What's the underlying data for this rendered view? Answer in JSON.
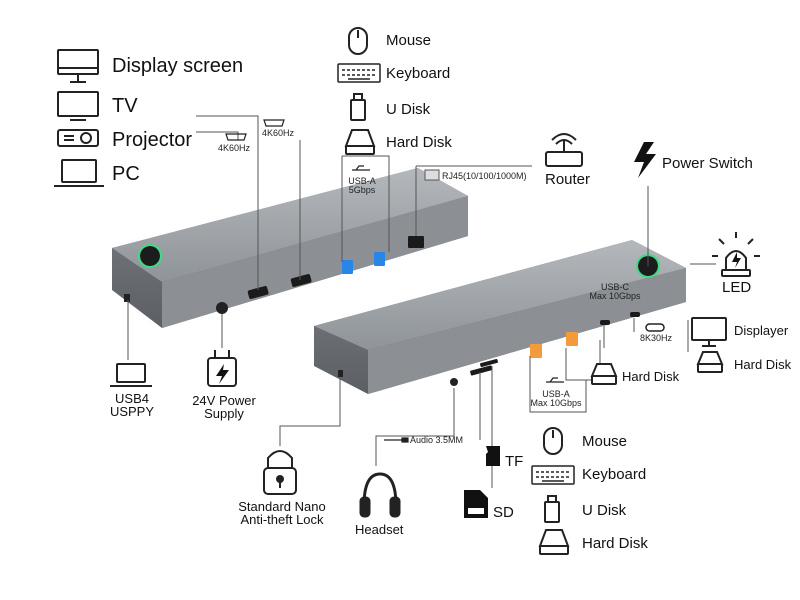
{
  "top_left_devices": {
    "display_screen": "Display screen",
    "tv": "TV",
    "projector": "Projector",
    "pc": "PC"
  },
  "top_usb_devices": {
    "mouse": "Mouse",
    "keyboard": "Keyboard",
    "u_disk": "U Disk",
    "hard_disk": "Hard Disk"
  },
  "router": "Router",
  "power_switch": "Power Switch",
  "led": "LED",
  "port_specs": {
    "hdmi_1": "4K60Hz",
    "hdmi_2": "4K60Hz",
    "usb_a_back_line1": "USB-A",
    "usb_a_back_line2": "5Gbps",
    "rj45": "RJ45(10/100/1000M)",
    "usb_c_line1": "USB-C",
    "usb_c_line2": "Max 10Gbps",
    "usb_c_video": "8K30Hz",
    "usb_a_front_line1": "USB-A",
    "usb_a_front_line2": "Max 10Gbps",
    "audio": "Audio 3.5MM"
  },
  "right_devices": {
    "displayer": "Displayer",
    "hard_disk_right": "Hard Disk",
    "hard_disk_mid": "Hard Disk"
  },
  "bottom_left": {
    "usb4_line1": "USB4",
    "usb4_line2": "USPPY",
    "power_line1": "24V Power",
    "power_line2": "Supply",
    "lock_line1": "Standard Nano",
    "lock_line2": "Anti-theft Lock",
    "headset": "Headset"
  },
  "card_slots": {
    "tf": "TF",
    "sd": "SD"
  },
  "bottom_usb_devices": {
    "mouse": "Mouse",
    "keyboard": "Keyboard",
    "u_disk": "U Disk",
    "hard_disk": "Hard Disk"
  },
  "colors": {
    "dock_body": "#8d9196",
    "dock_top": "#a9adb1",
    "usb3_blue": "#2a86e6",
    "usb_orange": "#f39a3a",
    "led_green": "#3ddc84"
  }
}
